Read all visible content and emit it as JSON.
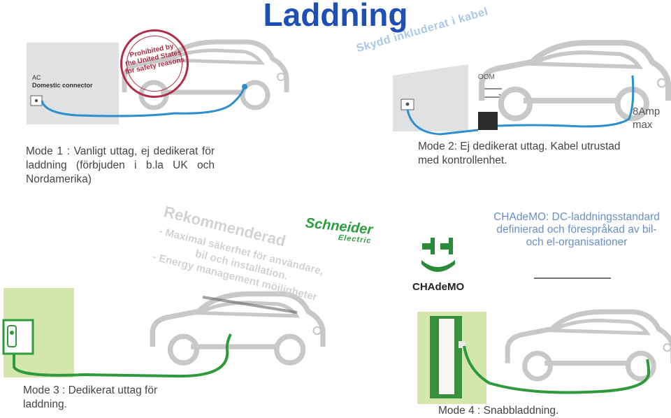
{
  "title": "Laddning",
  "mode1": {
    "panel_line1": "AC",
    "panel_line2": "Domestic connector",
    "stamp_line1": "Prohibited by",
    "stamp_line2": "the United States",
    "stamp_line3": "for safety reasons",
    "caption": "Mode 1 : Vanligt uttag, ej dedikerat för laddning (förbjuden i b.la UK och Nordamerika)"
  },
  "mode2": {
    "protection_label": "Skydd inkluderat i kabel",
    "box_label": "OOM",
    "amp_label_line1": "8Amp",
    "amp_label_line2": "max",
    "caption": "Mode 2: Ej dedikerat uttag. Kabel utrustad med kontrollenhet."
  },
  "mode3": {
    "recommended": "Rekommenderad",
    "line1": "- Maximal säkerhet för användare,",
    "line2": "bil och installation.",
    "line3": "- Energy management möjligheter",
    "brand_name": "Schneider",
    "brand_sub": "Electric",
    "caption": "Mode 3 : Dedikerat uttag för laddning."
  },
  "mode4": {
    "chademo_logo_text": "CHAdeMO",
    "chademo_description": "CHAdeMO: DC-laddningsstandard definierad och förespråkad av bil- och el-organisationer",
    "caption": "Mode 4 : Snabbladdning."
  },
  "colors": {
    "title": "#1f4fb4",
    "cable_blue": "#2e8fcc",
    "cable_green": "#2f9a3c",
    "stamp": "#b22c4a",
    "car_outline": "#c8c8c8"
  }
}
